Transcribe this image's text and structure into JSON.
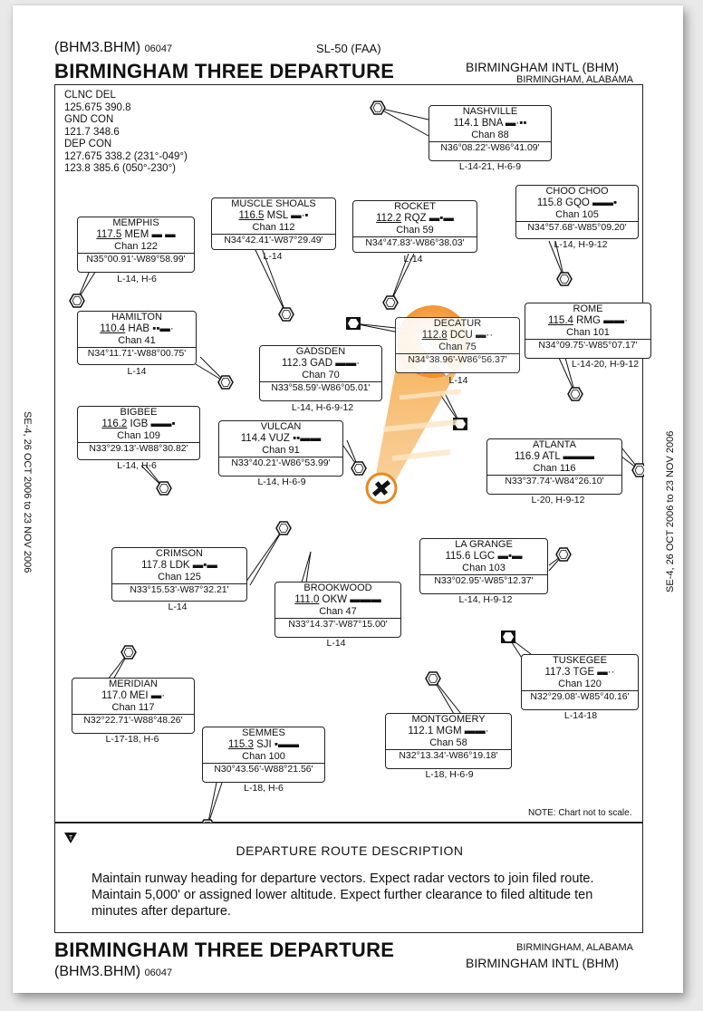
{
  "header": {
    "code": "(BHM3.BHM)",
    "code_num": "06047",
    "series": "SL-50 (FAA)",
    "title": "BIRMINGHAM THREE DEPARTURE",
    "airport": "BIRMINGHAM INTL (BHM)",
    "city": "BIRMINGHAM, ALABAMA"
  },
  "frequencies": {
    "clnc_label": "CLNC DEL",
    "clnc": "125.675 390.8",
    "gnd_label": "GND CON",
    "gnd": "121.7 348.6",
    "dep_label": "DEP CON",
    "dep1": "127.675 338.2 (231°-049°)",
    "dep2": "123.8 385.6 (050°-230°)"
  },
  "stations": {
    "nashville": {
      "name": "NASHVILLE",
      "freq": "114.1",
      "id": "BNA",
      "chan": "Chan 88",
      "coords": "N36°08.22'-W86°41.09'",
      "airway": "L-14-21, H-6-9"
    },
    "memphis": {
      "name": "MEMPHIS",
      "freq": "117.5",
      "id": "MEM",
      "chan": "Chan 122",
      "coords": "N35°00.91'-W89°58.99'",
      "airway": "L-14, H-6"
    },
    "muscle_shoals": {
      "name": "MUSCLE SHOALS",
      "freq": "116.5",
      "id": "MSL",
      "chan": "Chan 112",
      "coords": "N34°42.41'-W87°29.49'",
      "airway": "L-14"
    },
    "rocket": {
      "name": "ROCKET",
      "freq": "112.2",
      "id": "RQZ",
      "chan": "Chan 59",
      "coords": "N34°47.83'-W86°38.03'",
      "airway": "L-14"
    },
    "choo_choo": {
      "name": "CHOO CHOO",
      "freq": "115.8",
      "id": "GQO",
      "chan": "Chan 105",
      "coords": "N34°57.68'-W85°09.20'",
      "airway": "L-14, H-9-12"
    },
    "hamilton": {
      "name": "HAMILTON",
      "freq": "110.4",
      "id": "HAB",
      "chan": "Chan 41",
      "coords": "N34°11.71'-W88°00.75'",
      "airway": "L-14"
    },
    "decatur": {
      "name": "DECATUR",
      "freq": "112.8",
      "id": "DCU",
      "chan": "Chan 75",
      "coords": "N34°38.96'-W86°56.37'",
      "airway": "L-14"
    },
    "rome": {
      "name": "ROME",
      "freq": "115.4",
      "id": "RMG",
      "chan": "Chan 101",
      "coords": "N34°09.75'-W85°07.17'",
      "airway": "L-14-20, H-9-12"
    },
    "gadsden": {
      "name": "GADSDEN",
      "freq": "112.3",
      "id": "GAD",
      "chan": "Chan 70",
      "coords": "N33°58.59'-W86°05.01'",
      "airway": "L-14, H-6-9-12"
    },
    "bigbee": {
      "name": "BIGBEE",
      "freq": "116.2",
      "id": "IGB",
      "chan": "Chan 109",
      "coords": "N33°29.13'-W88°30.82'",
      "airway": "L-14, H-6"
    },
    "vulcan": {
      "name": "VULCAN",
      "freq": "114.4",
      "id": "VUZ",
      "chan": "Chan 91",
      "coords": "N33°40.21'-W86°53.99'",
      "airway": "L-14, H-6-9"
    },
    "atlanta": {
      "name": "ATLANTA",
      "freq": "116.9",
      "id": "ATL",
      "chan": "Chan 116",
      "coords": "N33°37.74'-W84°26.10'",
      "airway": "L-20, H-9-12"
    },
    "crimson": {
      "name": "CRIMSON",
      "freq": "117.8",
      "id": "LDK",
      "chan": "Chan 125",
      "coords": "N33°15.53'-W87°32.21'",
      "airway": "L-14"
    },
    "brookwood": {
      "name": "BROOKWOOD",
      "freq": "111.0",
      "id": "OKW",
      "chan": "Chan 47",
      "coords": "N33°14.37'-W87°15.00'",
      "airway": "L-14"
    },
    "la_grange": {
      "name": "LA GRANGE",
      "freq": "115.6",
      "id": "LGC",
      "chan": "Chan 103",
      "coords": "N33°02.95'-W85°12.37'",
      "airway": "L-14, H-9-12"
    },
    "tuskegee": {
      "name": "TUSKEGEE",
      "freq": "117.3",
      "id": "TGE",
      "chan": "Chan 120",
      "coords": "N32°29.08'-W85°40.16'",
      "airway": "L-14-18"
    },
    "meridian": {
      "name": "MERIDIAN",
      "freq": "117.0",
      "id": "MEI",
      "chan": "Chan 117",
      "coords": "N32°22.71'-W88°48.26'",
      "airway": "L-17-18, H-6"
    },
    "montgomery": {
      "name": "MONTGOMERY",
      "freq": "112.1",
      "id": "MGM",
      "chan": "Chan 58",
      "coords": "N32°13.34'-W86°19.18'",
      "airway": "L-18, H-6-9"
    },
    "semmes": {
      "name": "SEMMES",
      "freq": "115.3",
      "id": "SJI",
      "chan": "Chan 100",
      "coords": "N30°43.56'-W88°21.56'",
      "airway": "L-18, H-6"
    }
  },
  "side_left": "SE-4, 26 OCT 2006 to 23 NOV 2006",
  "side_right": "SE-4, 26 OCT 2006 to 23 NOV 2006",
  "note": "NOTE: Chart not to scale.",
  "description": {
    "heading": "DEPARTURE ROUTE DESCRIPTION",
    "body": "Maintain runway heading for departure vectors. Expect radar vectors to join filed route. Maintain 5,000' or assigned lower altitude. Expect further clearance to filed altitude ten minutes after departure."
  },
  "footer": {
    "title": "BIRMINGHAM THREE DEPARTURE",
    "code": "(BHM3.BHM)",
    "code_num": "06047",
    "city": "BIRMINGHAM, ALABAMA",
    "airport": "BIRMINGHAM INTL (BHM)"
  }
}
